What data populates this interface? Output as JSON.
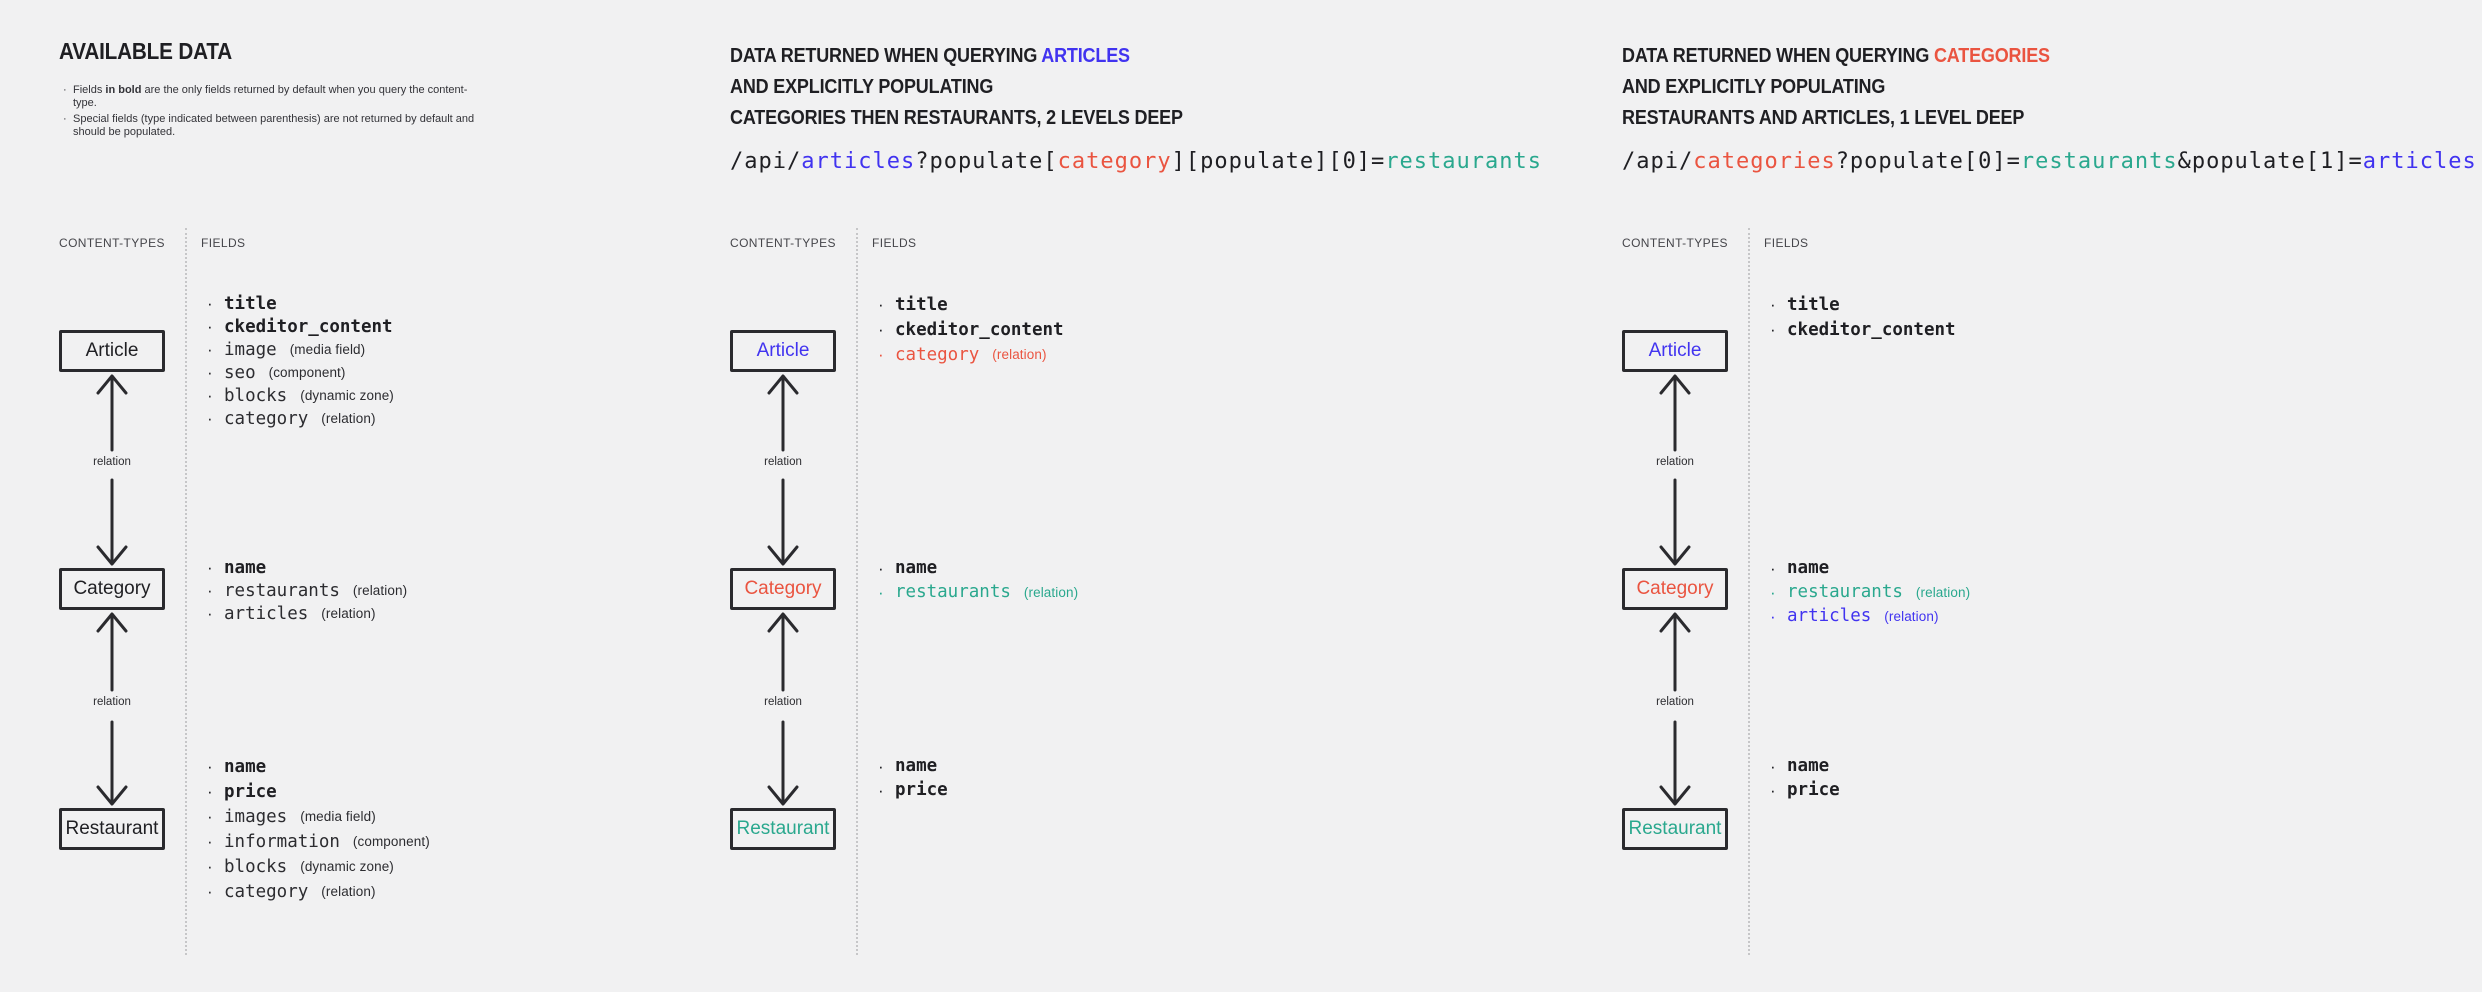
{
  "labels": {
    "content_types": "CONTENT-TYPES",
    "fields": "FIELDS",
    "relation": "relation"
  },
  "colors": {
    "bg": "#f1f1f2",
    "ink": "#1f1f23",
    "line": "#2a2a2e",
    "muted": "#45454a",
    "blue": "#4133f0",
    "red": "#ea5440",
    "teal": "#2aa88e",
    "divider": "#c6c6c8"
  },
  "p1": {
    "title": "AVAILABLE DATA",
    "notes": [
      {
        "pre": "Fields ",
        "bold": "in bold",
        "post": " are the only fields returned by default when you query the content-type."
      },
      {
        "text": "Special fields (type indicated between parenthesis) are not returned by default and should be populated."
      }
    ],
    "boxes": {
      "article": {
        "label": "Article",
        "color": "ink"
      },
      "category": {
        "label": "Category",
        "color": "ink"
      },
      "restaurant": {
        "label": "Restaurant",
        "color": "ink"
      }
    },
    "article_fields": [
      {
        "name": "title",
        "bold": true
      },
      {
        "name": "ckeditor_content",
        "bold": true
      },
      {
        "name": "image",
        "annotation": "(media field)"
      },
      {
        "name": "seo",
        "annotation": "(component)"
      },
      {
        "name": "blocks",
        "annotation": "(dynamic zone)"
      },
      {
        "name": "category",
        "annotation": "(relation)"
      }
    ],
    "category_fields": [
      {
        "name": "name",
        "bold": true
      },
      {
        "name": "restaurants",
        "annotation": "(relation)"
      },
      {
        "name": "articles",
        "annotation": "(relation)"
      }
    ],
    "restaurant_fields": [
      {
        "name": "name",
        "bold": true
      },
      {
        "name": "price",
        "bold": true
      },
      {
        "name": "images",
        "annotation": "(media field)"
      },
      {
        "name": "information",
        "annotation": "(component)"
      },
      {
        "name": "blocks",
        "annotation": "(dynamic zone)"
      },
      {
        "name": "category",
        "annotation": "(relation)"
      }
    ]
  },
  "p2": {
    "title": {
      "line1_prefix": "DATA RETURNED WHEN QUERYING ",
      "line1_highlight": "ARTICLES",
      "highlight_color": "blue",
      "line2": "AND EXPLICITLY POPULATING",
      "line3": "CATEGORIES THEN RESTAURANTS, 2 LEVELS DEEP"
    },
    "api": [
      {
        "text": "/api/",
        "color": "ink"
      },
      {
        "text": "articles",
        "color": "blue"
      },
      {
        "text": "?populate[",
        "color": "ink"
      },
      {
        "text": "category",
        "color": "red"
      },
      {
        "text": "][populate][0]=",
        "color": "ink"
      },
      {
        "text": "restaurants",
        "color": "teal"
      }
    ],
    "boxes": {
      "article": {
        "label": "Article",
        "color": "blue"
      },
      "category": {
        "label": "Category",
        "color": "red"
      },
      "restaurant": {
        "label": "Restaurant",
        "color": "teal"
      }
    },
    "article_fields": [
      {
        "name": "title",
        "bold": true
      },
      {
        "name": "ckeditor_content",
        "bold": true
      },
      {
        "name": "category",
        "annotation": "(relation)",
        "color": "red"
      }
    ],
    "category_fields": [
      {
        "name": "name",
        "bold": true
      },
      {
        "name": "restaurants",
        "annotation": "(relation)",
        "color": "teal"
      }
    ],
    "restaurant_fields": [
      {
        "name": "name",
        "bold": true
      },
      {
        "name": "price",
        "bold": true
      }
    ]
  },
  "p3": {
    "title": {
      "line1_prefix": "DATA RETURNED WHEN QUERYING ",
      "line1_highlight": "CATEGORIES",
      "highlight_color": "red",
      "line2": "AND EXPLICITLY POPULATING",
      "line3": "RESTAURANTS AND ARTICLES, 1 LEVEL DEEP"
    },
    "api": [
      {
        "text": "/api/",
        "color": "ink"
      },
      {
        "text": "categories",
        "color": "red"
      },
      {
        "text": "?populate[0]=",
        "color": "ink"
      },
      {
        "text": "restaurants",
        "color": "teal"
      },
      {
        "text": "&populate[1]=",
        "color": "ink"
      },
      {
        "text": "articles",
        "color": "blue"
      }
    ],
    "boxes": {
      "article": {
        "label": "Article",
        "color": "blue"
      },
      "category": {
        "label": "Category",
        "color": "red"
      },
      "restaurant": {
        "label": "Restaurant",
        "color": "teal"
      }
    },
    "article_fields": [
      {
        "name": "title",
        "bold": true
      },
      {
        "name": "ckeditor_content",
        "bold": true
      }
    ],
    "category_fields": [
      {
        "name": "name",
        "bold": true
      },
      {
        "name": "restaurants",
        "annotation": "(relation)",
        "color": "teal"
      },
      {
        "name": "articles",
        "annotation": "(relation)",
        "color": "blue"
      }
    ],
    "restaurant_fields": [
      {
        "name": "name",
        "bold": true
      },
      {
        "name": "price",
        "bold": true
      }
    ]
  }
}
